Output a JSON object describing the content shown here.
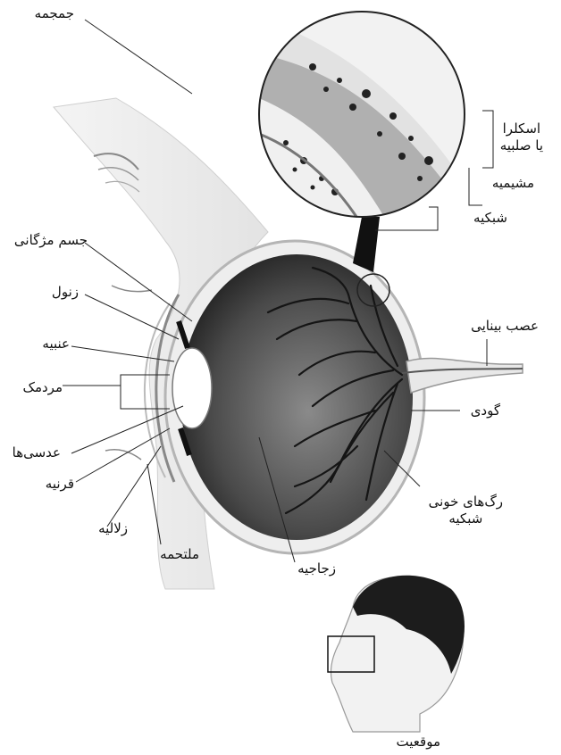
{
  "labels": {
    "skull": "جمجمه",
    "ciliary_body": "جسم مژگانی",
    "zonule": "زنول",
    "iris": "عنبیه",
    "pupil": "مردمک",
    "lens": "عدسی‌ها",
    "cornea": "قرنیه",
    "aqueous": "زلالیه",
    "conjunctiva": "ملتحمه",
    "vitreous": "زجاجیه",
    "sclera_line1": "اسکلرا",
    "sclera_line2": "یا صلبیه",
    "choroid": "مشیمیه",
    "retina": "شبکیه",
    "optic_nerve": "عصب بینایی",
    "fovea": "گودی",
    "retinal_vessels_line1": "رگ‌های خونی",
    "retinal_vessels_line2": "شبکیه",
    "location": "موقعیت"
  },
  "colors": {
    "outline": "#1a1a1a",
    "eyeball_dark": "#2e2e2e",
    "eyeball_mid": "#6a6a6a",
    "face_shade": "#d9d9d9",
    "hair": "#1c1c1c"
  }
}
